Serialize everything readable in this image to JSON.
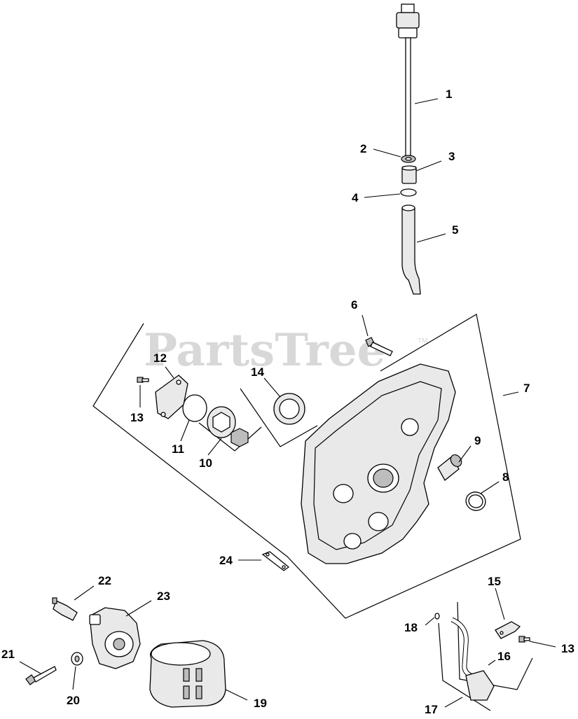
{
  "watermark": {
    "text": "PartsTree",
    "tm": "TM"
  },
  "callouts": {
    "c1": "1",
    "c2": "2",
    "c3": "3",
    "c4": "4",
    "c5": "5",
    "c6": "6",
    "c7": "7",
    "c8": "8",
    "c9": "9",
    "c10": "10",
    "c11": "11",
    "c12": "12",
    "c13a": "13",
    "c13b": "13",
    "c14": "14",
    "c15": "15",
    "c16": "16",
    "c17": "17",
    "c18": "18",
    "c19": "19",
    "c20": "20",
    "c21": "21",
    "c22": "22",
    "c23": "23",
    "c24": "24"
  }
}
